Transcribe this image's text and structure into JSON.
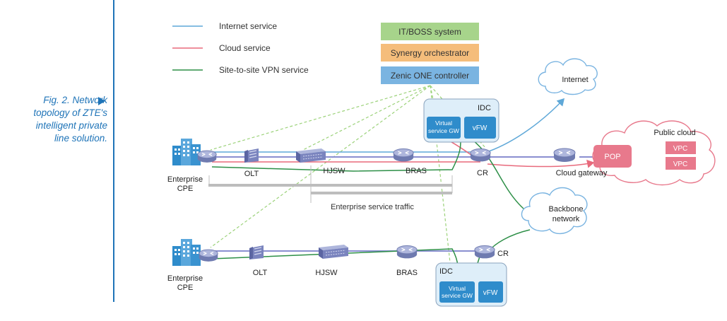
{
  "caption": {
    "lines": [
      "Fig. 2. Network",
      "topology of ZTE's",
      "intelligent private",
      "line solution."
    ]
  },
  "legend": {
    "internet": "Internet service",
    "cloud": "Cloud service",
    "vpn": "Site-to-site VPN service"
  },
  "controllers": {
    "itboss": "IT/BOSS system",
    "synergy": "Synergy orchestrator",
    "zenic": "Zenic ONE controller"
  },
  "colors": {
    "internet": "#5fa8d8",
    "cloud": "#e86a7c",
    "vpn": "#2d8f47",
    "controller_link": "#9cd27a",
    "trunk": "#8a8fd0",
    "idc_fill": "#deeef9",
    "service_box": "#2f8ccb",
    "cloud_pink": "#e8798c"
  },
  "labels": {
    "enterprise_cpe": [
      "Enterprise",
      "CPE"
    ],
    "olt": "OLT",
    "hjsw": "HJSW",
    "bras": "BRAS",
    "cr": "CR",
    "idc": "IDC",
    "virtual_gw": [
      "Virtual",
      "service GW"
    ],
    "vfw": "vFW",
    "internet": "Internet",
    "public_cloud": "Public cloud",
    "pop": "POP",
    "vpc1": "VPC",
    "vpc2": "VPC",
    "cloud_gateway": "Cloud gateway",
    "backbone": [
      "Backbone",
      "network"
    ],
    "enterprise_traffic": "Enterprise service traffic"
  }
}
